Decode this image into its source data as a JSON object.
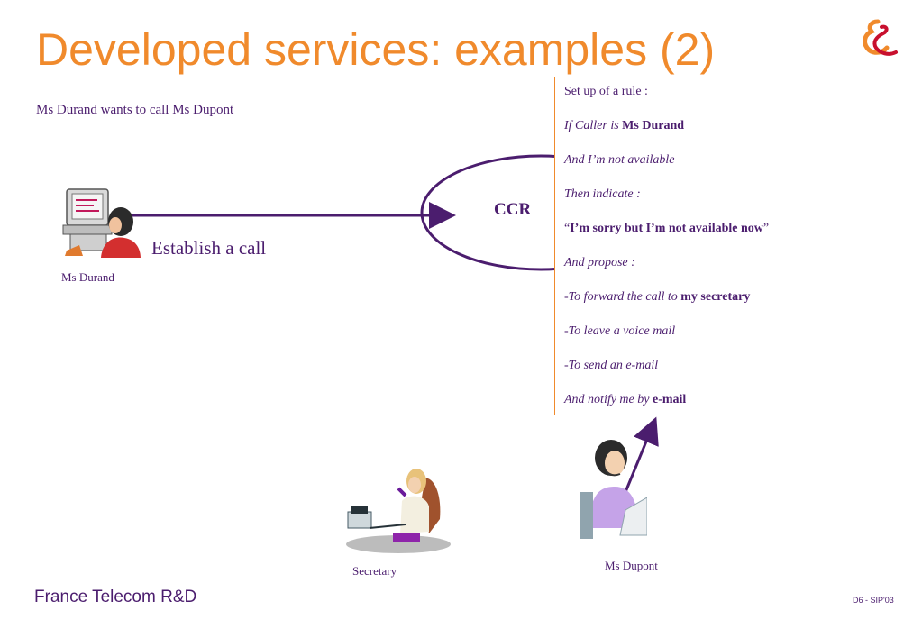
{
  "slide": {
    "title": "Developed services: examples (2)",
    "subtitle": "Ms Durand wants to call Ms Dupont"
  },
  "diagram": {
    "ccr_label": "CCR",
    "call_label": "Establish a call",
    "caller_caption": "Ms Durand",
    "secretary_caption": "Secretary",
    "callee_caption": "Ms Dupont"
  },
  "rule": {
    "heading": "Set up of a rule :",
    "caller_prefix": "If Caller is ",
    "caller_name": "Ms Durand",
    "condition": "And I’m not available",
    "then": "Then indicate :",
    "quote_open": "“",
    "message": "I’m sorry but I’m not available now",
    "quote_close": "”",
    "propose": "And propose :",
    "option1_prefix": "-",
    "option1_text": "To forward the call to ",
    "option1_bold": "my secretary",
    "option2_prefix": "-",
    "option2_text": "To leave a voice mail",
    "option3_prefix": "-",
    "option3_text": "To send an e-mail",
    "notify_text": "And notify me by ",
    "notify_bold": "e-mail"
  },
  "footer": {
    "company": "France Telecom R&D",
    "slide_ref": "D6 - SIP'03"
  },
  "colors": {
    "title": "#f08a2c",
    "text": "#4b1d6e",
    "box_border": "#f08a2c"
  }
}
